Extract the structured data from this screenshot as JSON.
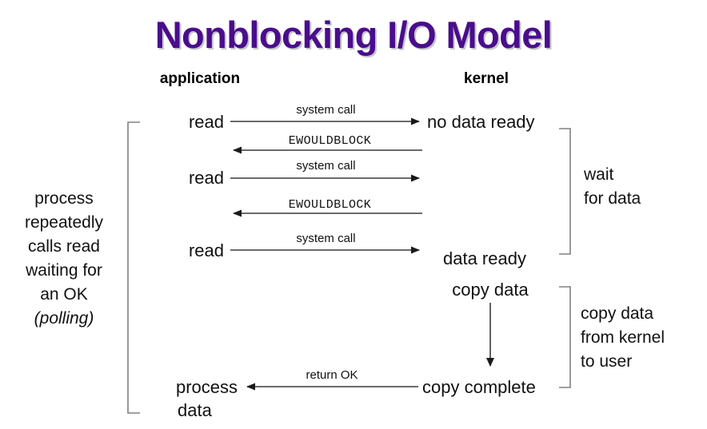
{
  "title": "Nonblocking I/O Model",
  "accent_color": "#4a0d8c",
  "line_color": "#333333",
  "bracket_color": "#767676",
  "columns": {
    "left_label": "application",
    "right_label": "kernel"
  },
  "left_note": {
    "lines": [
      "process",
      "repeatedly",
      "calls read",
      "waiting for",
      "an OK"
    ],
    "emphasis_line": "(polling)"
  },
  "app_nodes": [
    {
      "label": "read"
    },
    {
      "label": "read"
    },
    {
      "label": "read"
    },
    {
      "label": "process"
    },
    {
      "label": "data"
    }
  ],
  "kernel_nodes": [
    {
      "label": "no data ready"
    },
    {
      "label": "data ready"
    },
    {
      "label": "copy data"
    },
    {
      "label": "copy complete"
    }
  ],
  "arrows": [
    {
      "label": "system call",
      "direction": "right",
      "mono": false
    },
    {
      "label": "EWOULDBLOCK",
      "direction": "left",
      "mono": true
    },
    {
      "label": "system call",
      "direction": "right",
      "mono": false
    },
    {
      "label": "EWOULDBLOCK",
      "direction": "left",
      "mono": true
    },
    {
      "label": "system call",
      "direction": "right",
      "mono": false
    },
    {
      "label": "copy data",
      "direction": "down",
      "mono": false
    },
    {
      "label": "return OK",
      "direction": "left",
      "mono": false
    }
  ],
  "right_notes": [
    {
      "lines": [
        "wait",
        "for data"
      ]
    },
    {
      "lines": [
        "copy data",
        "from kernel",
        "to user"
      ]
    }
  ]
}
